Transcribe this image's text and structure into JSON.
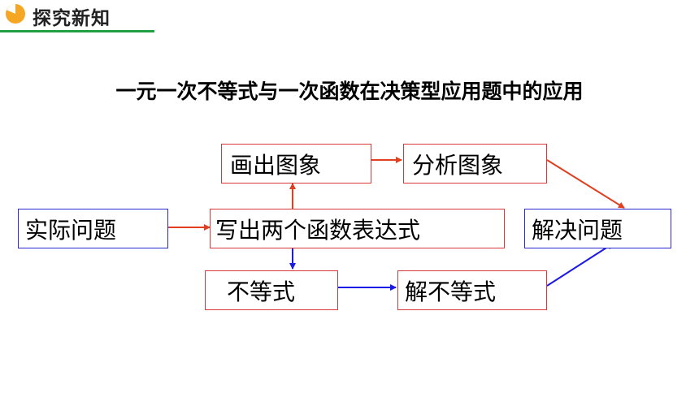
{
  "header": {
    "title": "探究新知",
    "icon": "pie-chart-icon",
    "accent": "#22a043",
    "icon_color": "#f5a623"
  },
  "main_title": "一元一次不等式与一次函数在决策型应用题中的应用",
  "boxes": {
    "practical_problem": "实际问题",
    "write_functions": "写出两个函数表达式",
    "draw_graph": "画出图象",
    "analyze_graph": "分析图象",
    "solve_problem": "解决问题",
    "inequality": "不等式",
    "solve_inequality": "解不等式"
  },
  "colors": {
    "red_arrow": "#e0401f",
    "blue_arrow": "#1a1ae6",
    "red_border": "#d9383a",
    "blue_border": "#2a2ad0"
  }
}
